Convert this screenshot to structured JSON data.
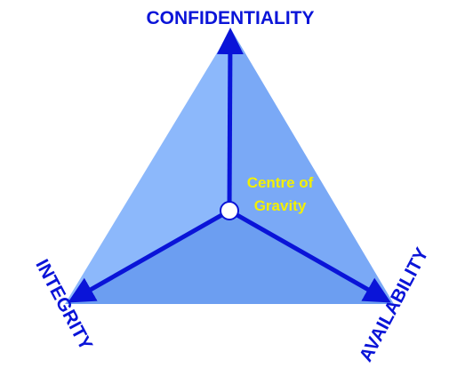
{
  "labels": {
    "top": "CONFIDENTIALITY",
    "left": "INTEGRITY",
    "right": "AVAILABILITY",
    "center_line1": "Centre of",
    "center_line2": "Gravity"
  },
  "colors": {
    "triangle_left_face": "#8cb8fb",
    "triangle_right_face": "#7aa9f6",
    "triangle_bottom_face": "#6c9ef1",
    "arrow": "#0a14d8",
    "label": "#0a14d8",
    "center_text": "#f3f000",
    "center_point_fill": "#ffffff"
  }
}
